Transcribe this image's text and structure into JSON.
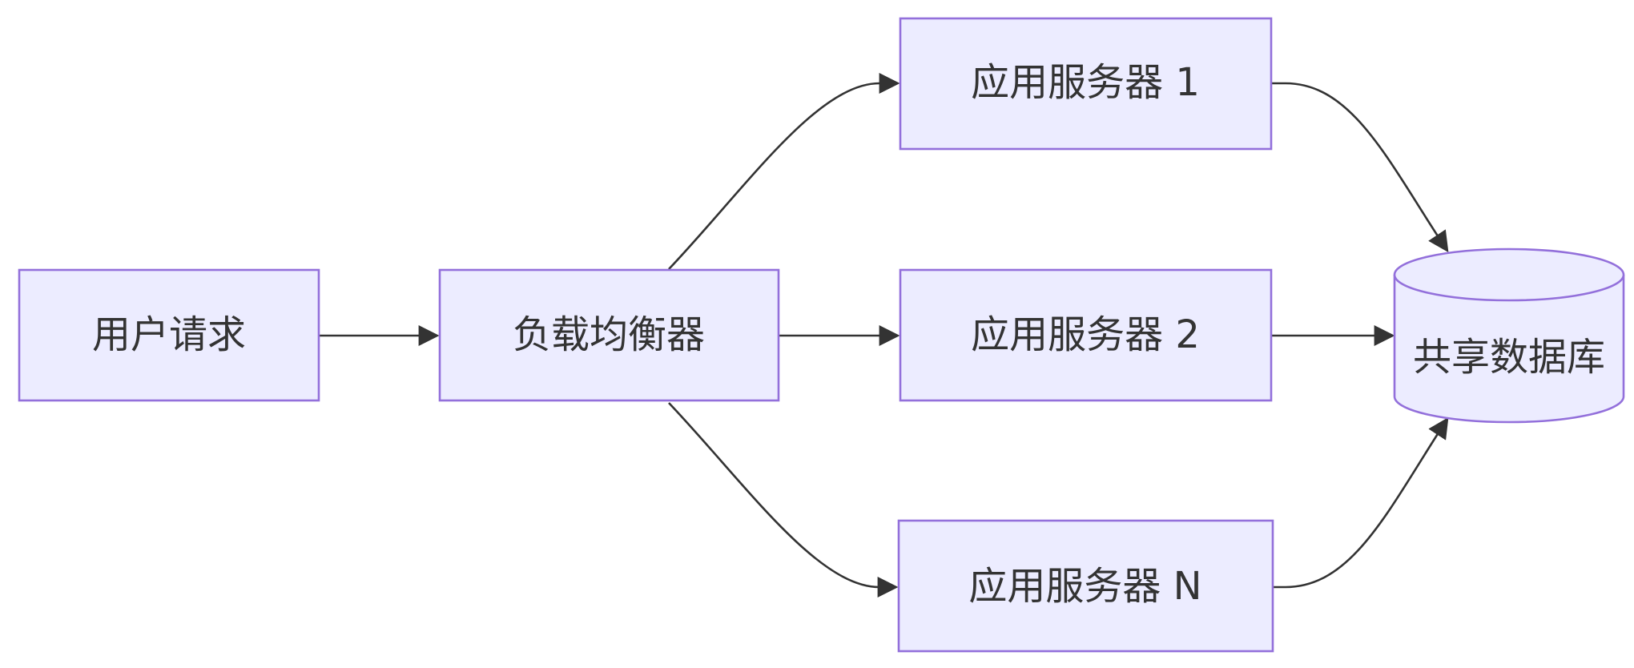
{
  "diagram": {
    "type": "flowchart",
    "direction": "left-to-right",
    "nodes": {
      "user_request": {
        "label": "用户请求",
        "shape": "rectangle"
      },
      "load_balancer": {
        "label": "负载均衡器",
        "shape": "rectangle"
      },
      "app_server_1": {
        "label": "应用服务器 1",
        "shape": "rectangle"
      },
      "app_server_2": {
        "label": "应用服务器 2",
        "shape": "rectangle"
      },
      "app_server_n": {
        "label": "应用服务器 N",
        "shape": "rectangle"
      },
      "shared_db": {
        "label": "共享数据库",
        "shape": "cylinder"
      }
    },
    "edges": [
      {
        "from": "user_request",
        "to": "load_balancer"
      },
      {
        "from": "load_balancer",
        "to": "app_server_1"
      },
      {
        "from": "load_balancer",
        "to": "app_server_2"
      },
      {
        "from": "load_balancer",
        "to": "app_server_n"
      },
      {
        "from": "app_server_1",
        "to": "shared_db"
      },
      {
        "from": "app_server_2",
        "to": "shared_db"
      },
      {
        "from": "app_server_n",
        "to": "shared_db"
      }
    ],
    "colors": {
      "node_fill": "#ECECFF",
      "node_stroke": "#9370DB",
      "edge": "#333333",
      "text": "#333333"
    }
  }
}
